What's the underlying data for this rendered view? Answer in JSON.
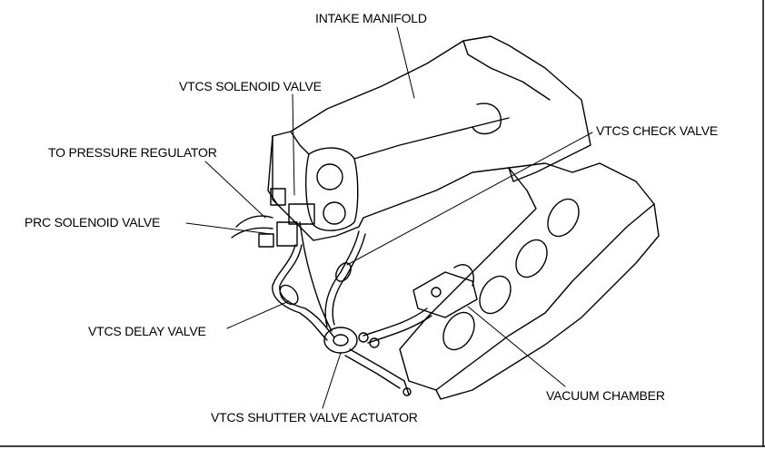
{
  "labels": {
    "intake_manifold": "INTAKE MANIFOLD",
    "vtcs_solenoid_valve": "VTCS SOLENOID VALVE",
    "to_pressure_regulator": "TO PRESSURE REGULATOR",
    "prc_solenoid_valve": "PRC SOLENOID VALVE",
    "vtcs_check_valve": "VTCS CHECK VALVE",
    "vtcs_delay_valve": "VTCS DELAY VALVE",
    "vacuum_chamber": "VACUUM CHAMBER",
    "vtcs_shutter_valve_actuator": "VTCS SHUTTER VALVE ACTUATOR"
  },
  "colors": {
    "ink": "#000000",
    "paper": "#ffffff"
  }
}
